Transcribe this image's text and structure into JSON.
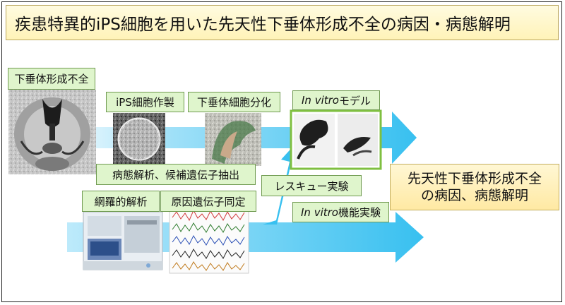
{
  "title": "疾患特異的iPS細胞を用いた先天性下垂体形成不全の病因・病態解明",
  "labels": {
    "disease": "下垂体形成不全",
    "ips": "iPS細胞作製",
    "pituitary_diff": "下垂体細胞分化",
    "in_vitro_model_em": "In vitro",
    "in_vitro_model_rest": " モデル",
    "pathology": "病態解析、候補遺伝子抽出",
    "comprehensive": "網羅的解析",
    "gene_id": "原因遺伝子同定",
    "rescue": "レスキュー実験",
    "functional_em": "In vitro",
    "functional_rest": "機能実験"
  },
  "outcome": {
    "line1": "先天性下垂体形成不全",
    "line2": "の病因、病態解明"
  },
  "colors": {
    "arrow": "#38c0f0",
    "label_bg": "#dff5cc",
    "title_bg": "#fff3b8",
    "outcome_bg": "#ffe9a3"
  },
  "icons": [
    "mri-brain-image",
    "ips-colony-image",
    "pituitary-tissue-image",
    "organoid-image",
    "sequencer-machine-image",
    "sequence-chromatogram-image"
  ]
}
